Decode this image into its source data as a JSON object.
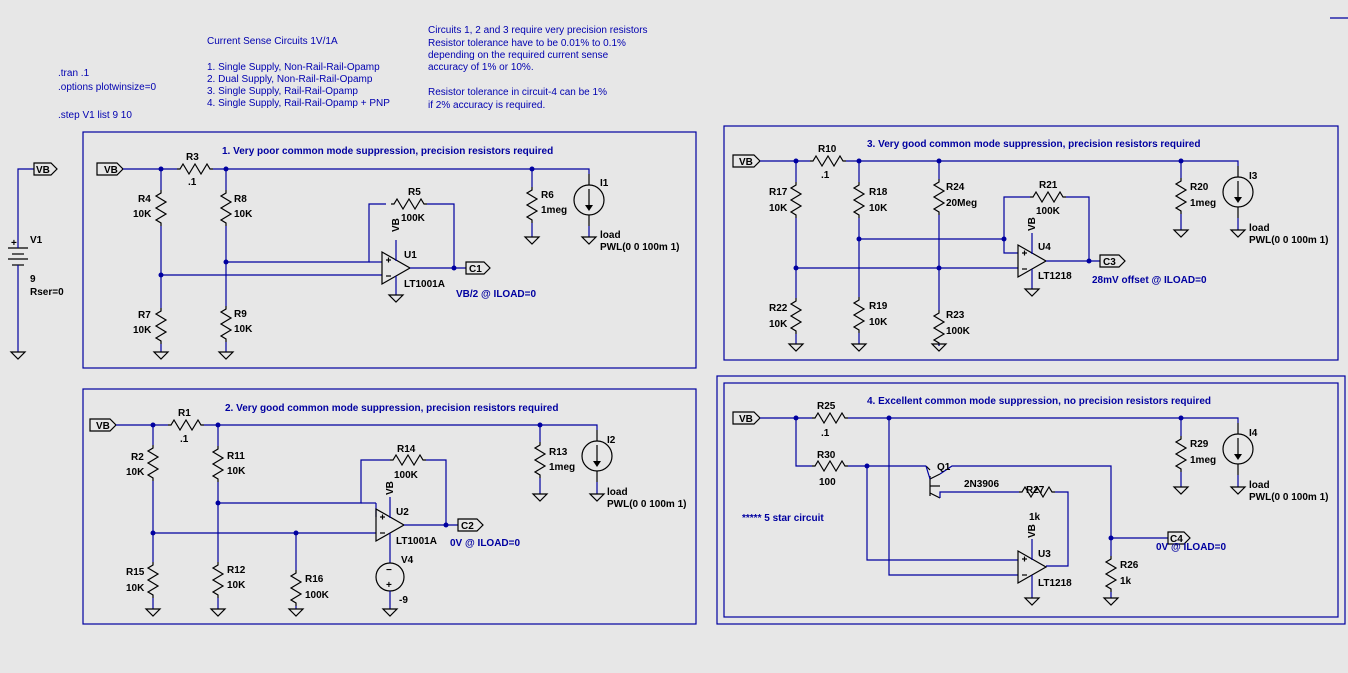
{
  "directives": {
    "spice": [
      ".tran .1",
      ".options plotwinsize=0",
      ".step V1 list 9 10"
    ],
    "title": "Current Sense Circuits 1V/1A",
    "circuit_list": [
      "1. Single Supply, Non-Rail-Rail-Opamp",
      "2. Dual Supply, Non-Rail-Rail-Opamp",
      "3. Single Supply, Rail-Rail-Opamp",
      "4. Single Supply, Rail-Rail-Opamp + PNP"
    ],
    "notes": [
      "Circuits 1, 2 and 3 require very precision resistors",
      "Resistor tolerance have to be 0.01% to 0.1%",
      "depending on the required current sense",
      "accuracy of 1% or 10%.",
      "",
      "Resistor tolerance in circuit-4 can be 1%",
      "if 2% accuracy is required."
    ]
  },
  "supply": {
    "net": "VB",
    "name": "V1",
    "value": "9",
    "rser": "Rser=0"
  },
  "circuit1": {
    "title": "1. Very poor common mode suppression, precision resistors required",
    "net": "VB",
    "r3": [
      "R3",
      ".1"
    ],
    "r4": [
      "R4",
      "10K"
    ],
    "r8": [
      "R8",
      "10K"
    ],
    "r5": [
      "R5",
      "100K"
    ],
    "r6": [
      "R6",
      "1meg"
    ],
    "r7": [
      "R7",
      "10K"
    ],
    "r9": [
      "R9",
      "10K"
    ],
    "opamp": [
      "U1",
      "LT1001A"
    ],
    "vsup": "VB",
    "out": "C1",
    "src": [
      "I1",
      "load",
      "PWL(0 0 100m 1)"
    ],
    "note": "VB/2 @ ILOAD=0"
  },
  "circuit2": {
    "title": "2. Very good common mode suppression, precision resistors required",
    "net": "VB",
    "r1": [
      "R1",
      ".1"
    ],
    "r2": [
      "R2",
      "10K"
    ],
    "r11": [
      "R11",
      "10K"
    ],
    "r14": [
      "R14",
      "100K"
    ],
    "r13": [
      "R13",
      "1meg"
    ],
    "r15": [
      "R15",
      "10K"
    ],
    "r12": [
      "R12",
      "10K"
    ],
    "r16": [
      "R16",
      "100K"
    ],
    "opamp": [
      "U2",
      "LT1001A"
    ],
    "vsup": "VB",
    "out": "C2",
    "src": [
      "I2",
      "load",
      "PWL(0 0 100m 1)"
    ],
    "v4": [
      "V4",
      "-9"
    ],
    "note": "0V @ ILOAD=0"
  },
  "circuit3": {
    "title": "3. Very good common mode suppression, precision resistors required",
    "net": "VB",
    "r10": [
      "R10",
      ".1"
    ],
    "r17": [
      "R17",
      "10K"
    ],
    "r18": [
      "R18",
      "10K"
    ],
    "r24": [
      "R24",
      "20Meg"
    ],
    "r21": [
      "R21",
      "100K"
    ],
    "r20": [
      "R20",
      "1meg"
    ],
    "r22": [
      "R22",
      "10K"
    ],
    "r19": [
      "R19",
      "10K"
    ],
    "r23": [
      "R23",
      "100K"
    ],
    "opamp": [
      "U4",
      "LT1218"
    ],
    "vsup": "VB",
    "out": "C3",
    "src": [
      "I3",
      "load",
      "PWL(0 0 100m 1)"
    ],
    "note": "28mV offset @ ILOAD=0"
  },
  "circuit4": {
    "title": "4. Excellent common mode suppression, no precision resistors required",
    "net": "VB",
    "r25": [
      "R25",
      ".1"
    ],
    "r30": [
      "R30",
      "100"
    ],
    "r27": [
      "R27",
      "1k"
    ],
    "r29": [
      "R29",
      "1meg"
    ],
    "r26": [
      "R26",
      "1k"
    ],
    "q1": [
      "Q1",
      "2N3906"
    ],
    "opamp": [
      "U3",
      "LT1218"
    ],
    "vsup": "VB",
    "out": "C4",
    "src": [
      "I4",
      "load",
      "PWL(0 0 100m 1)"
    ],
    "note": "0V @ ILOAD=0",
    "stars": "***** 5 star circuit"
  }
}
